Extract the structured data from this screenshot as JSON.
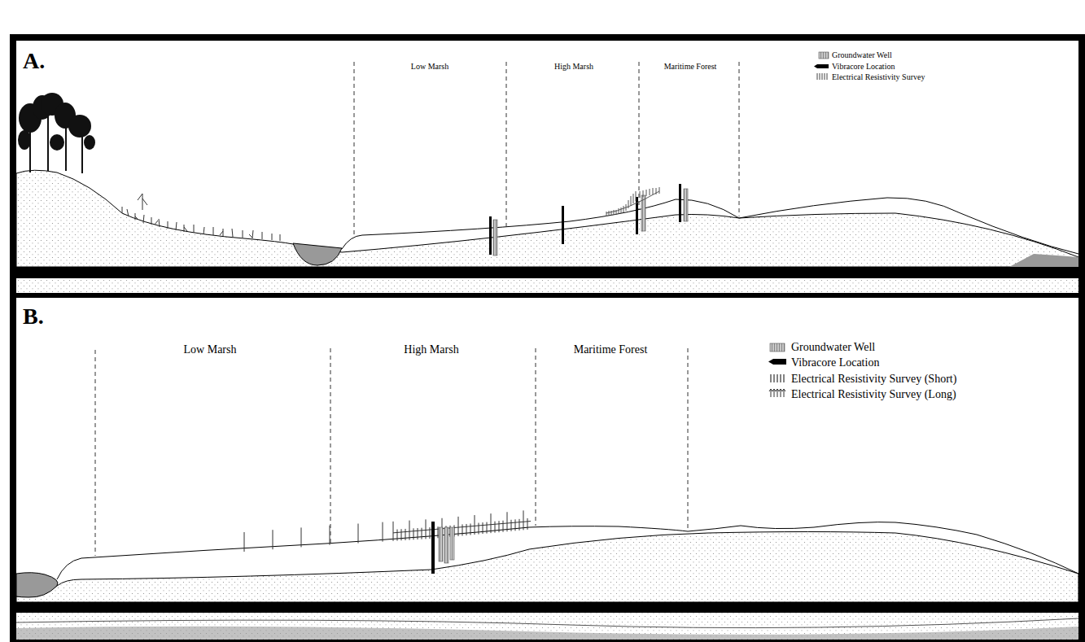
{
  "diagram": {
    "labels": [
      "A.",
      "Low Marsh",
      "High Marsh",
      "Maritime Forest",
      "B.",
      "Low Marsh",
      "High Marsh",
      "Maritime Forest"
    ],
    "legend": [
      {
        "text": "Groundwater Well"
      },
      {
        "text": "Vibracore Location"
      },
      {
        "text": "Electrical Resistivity Survey"
      },
      {
        "text": "Groundwater Well"
      },
      {
        "text": "Vibracore Location"
      },
      {
        "text": "Electrical Resistivity Survey (Short)"
      },
      {
        "text": "Electrical Resistivity Survey (Long)"
      }
    ]
  }
}
